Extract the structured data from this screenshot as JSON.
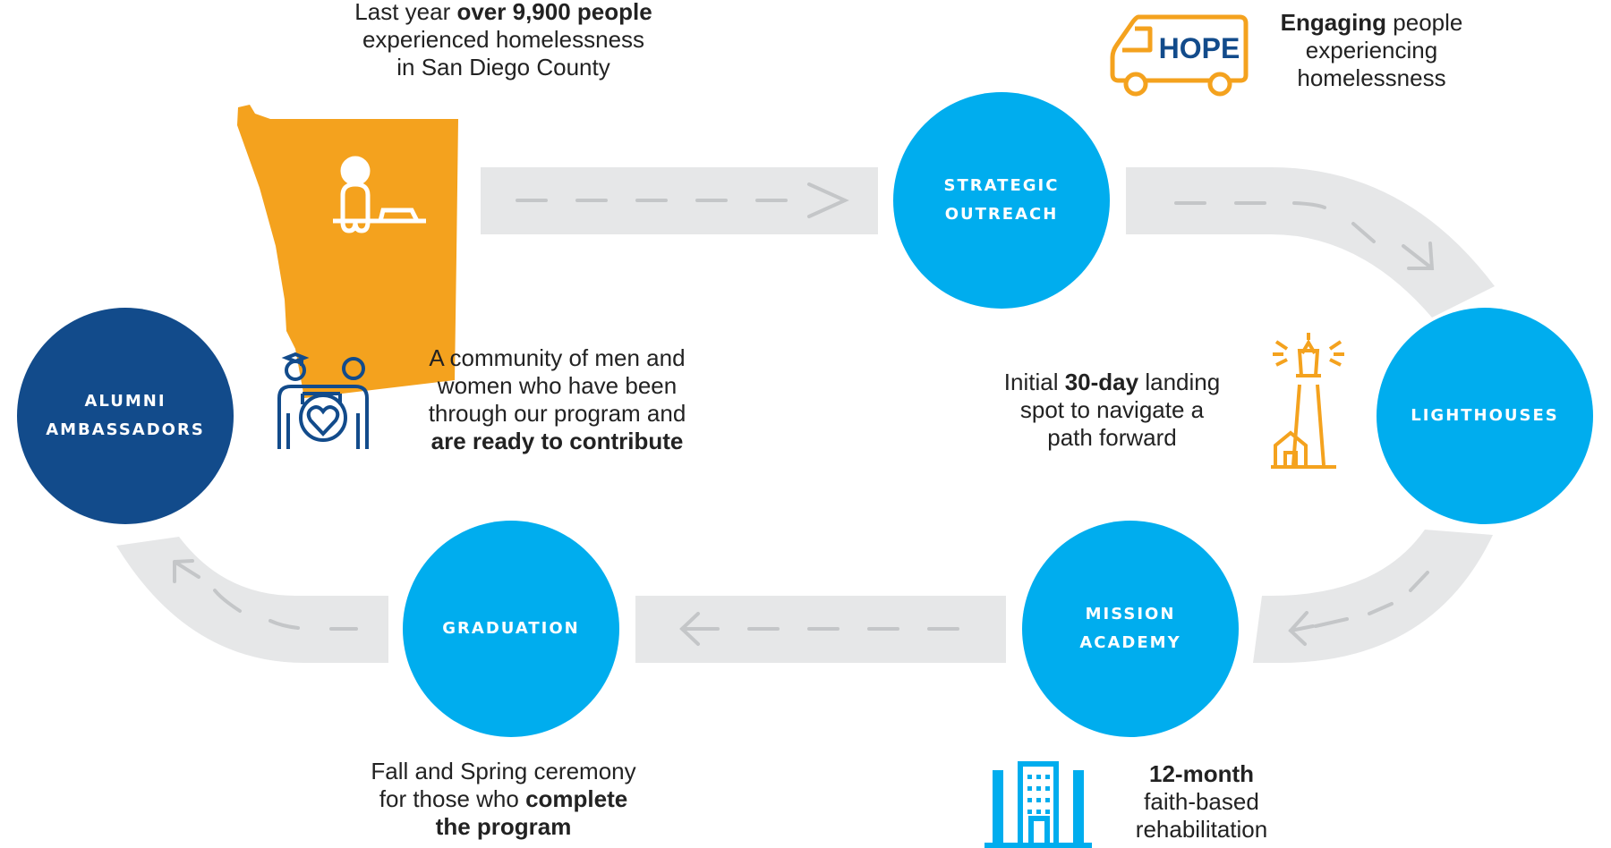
{
  "stages": [
    {
      "id": "strategic-outreach",
      "line1": "STRATEGIC",
      "line2": "OUTREACH"
    },
    {
      "id": "lighthouses",
      "line1": "LIGHTHOUSES",
      "line2": ""
    },
    {
      "id": "mission-academy",
      "line1": "MISSION",
      "line2": "ACADEMY"
    },
    {
      "id": "graduation",
      "line1": "GRADUATION",
      "line2": ""
    },
    {
      "id": "alumni-ambassadors",
      "line1": "ALUMNI",
      "line2": "AMBASSADORS"
    }
  ],
  "captions": {
    "homeless": {
      "pre": "Last year ",
      "bold": "over 9,900 people",
      "line2": "experienced homelessness",
      "line3": "in San Diego County"
    },
    "outreach": {
      "bold": "Engaging",
      "rest": " people",
      "line2": "experiencing",
      "line3": "homelessness"
    },
    "lighthouses": {
      "pre": "Initial ",
      "bold": "30-day",
      "post": " landing",
      "line2": "spot to navigate a",
      "line3": "path forward"
    },
    "mission": {
      "bold": "12-month",
      "line2": "faith-based",
      "line3": "rehabilitation"
    },
    "graduation": {
      "line1": "Fall and Spring ceremony",
      "pre2": "for those who ",
      "bold2": "complete",
      "bold3": "the program"
    },
    "alumni": {
      "line1": "A community of men and",
      "line2": "women who have been",
      "line3": "through our program and",
      "bold4": "are ready to contribute"
    }
  },
  "van_label": "HOPE",
  "icons": [
    "san-diego-county-map-icon",
    "homeless-person-icon",
    "hope-van-icon",
    "lighthouse-icon",
    "building-icon",
    "alumni-people-heart-icon"
  ],
  "colors": {
    "light_blue": "#00adee",
    "dark_blue": "#124b8b",
    "orange": "#f4a21e",
    "road": "#e6e7e8",
    "dash": "#c4c6c8"
  }
}
